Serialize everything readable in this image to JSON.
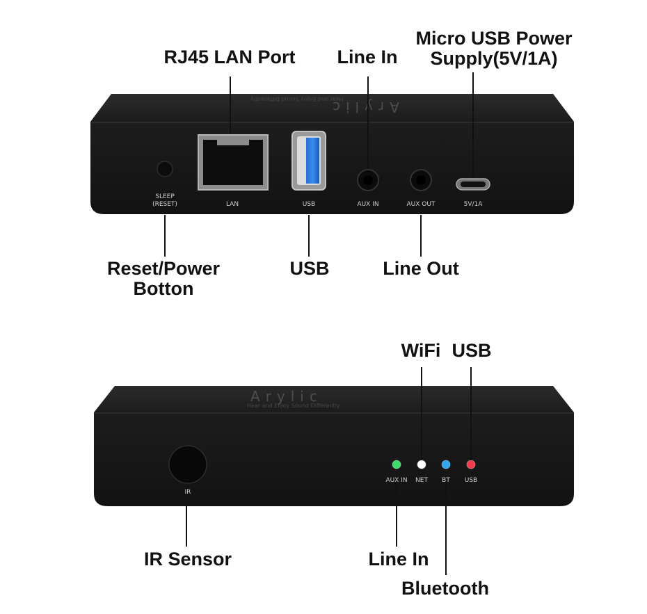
{
  "top": {
    "callouts": {
      "rj45": "RJ45 LAN Port",
      "line_in": "Line In",
      "micro_usb_1": "Micro USB Power",
      "micro_usb_2": "Supply(5V/1A)",
      "reset_1": "Reset/Power",
      "reset_2": "Botton",
      "usb": "USB",
      "line_out": "Line Out"
    },
    "port_labels": {
      "sleep_1": "SLEEP",
      "sleep_2": "(RESET)",
      "lan": "LAN",
      "usb": "USB",
      "aux_in": "AUX IN",
      "aux_out": "AUX OUT",
      "power": "5V/1A"
    }
  },
  "bottom": {
    "callouts": {
      "wifi": "WiFi",
      "usb": "USB",
      "ir_sensor": "IR Sensor",
      "line_in": "Line In",
      "bluetooth": "Bluetooth"
    },
    "led_labels": {
      "ir": "IR",
      "aux_in": "AUX IN",
      "net": "NET",
      "bt": "BT",
      "usb": "USB"
    }
  },
  "brand": {
    "name": "Arylic",
    "tagline": "Hear and Enjoy Sound Differently"
  },
  "colors": {
    "led_aux_in": "#3ddc6a",
    "led_net": "#ffffff",
    "led_bt": "#2fa6f0",
    "led_usb": "#f23a4a",
    "usb_port_blue": "#1f6fd6",
    "device_body": "#1a1a1a"
  }
}
